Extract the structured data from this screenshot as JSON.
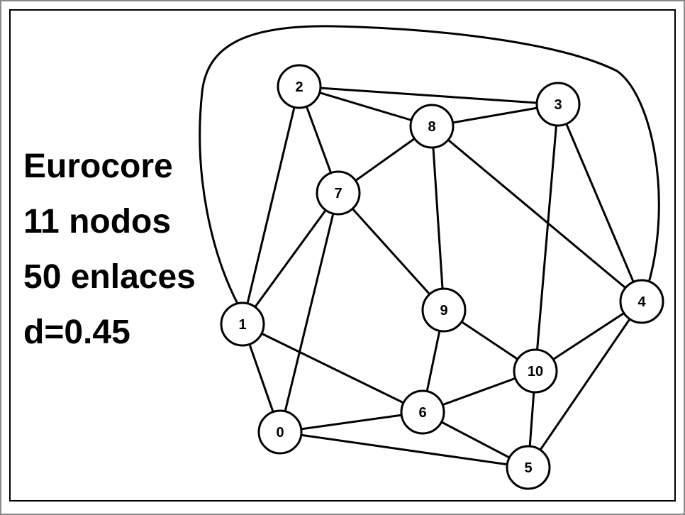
{
  "caption": {
    "line1": "Eurocore",
    "line2": "11 nodos",
    "line3": "50 enlaces",
    "line4": "d=0.45"
  },
  "graph": {
    "nodes": [
      {
        "id": "0",
        "label": "0"
      },
      {
        "id": "1",
        "label": "1"
      },
      {
        "id": "2",
        "label": "2"
      },
      {
        "id": "3",
        "label": "3"
      },
      {
        "id": "4",
        "label": "4"
      },
      {
        "id": "5",
        "label": "5"
      },
      {
        "id": "6",
        "label": "6"
      },
      {
        "id": "7",
        "label": "7"
      },
      {
        "id": "8",
        "label": "8"
      },
      {
        "id": "9",
        "label": "9"
      },
      {
        "id": "10",
        "label": "10"
      }
    ],
    "edges": [
      [
        "2",
        "3"
      ],
      [
        "2",
        "8"
      ],
      [
        "2",
        "7"
      ],
      [
        "2",
        "1"
      ],
      [
        "8",
        "3"
      ],
      [
        "8",
        "7"
      ],
      [
        "8",
        "9"
      ],
      [
        "8",
        "4"
      ],
      [
        "3",
        "4"
      ],
      [
        "3",
        "10"
      ],
      [
        "7",
        "1"
      ],
      [
        "7",
        "0"
      ],
      [
        "7",
        "9"
      ],
      [
        "1",
        "0"
      ],
      [
        "1",
        "6"
      ],
      [
        "9",
        "10"
      ],
      [
        "9",
        "6"
      ],
      [
        "4",
        "10"
      ],
      [
        "4",
        "5"
      ],
      [
        "10",
        "6"
      ],
      [
        "10",
        "5"
      ],
      [
        "0",
        "6"
      ],
      [
        "0",
        "5"
      ],
      [
        "6",
        "5"
      ],
      [
        "1",
        "4"
      ]
    ],
    "colors": {
      "stroke": "#000000",
      "node_fill": "#ffffff",
      "background": "#ffffff"
    }
  }
}
